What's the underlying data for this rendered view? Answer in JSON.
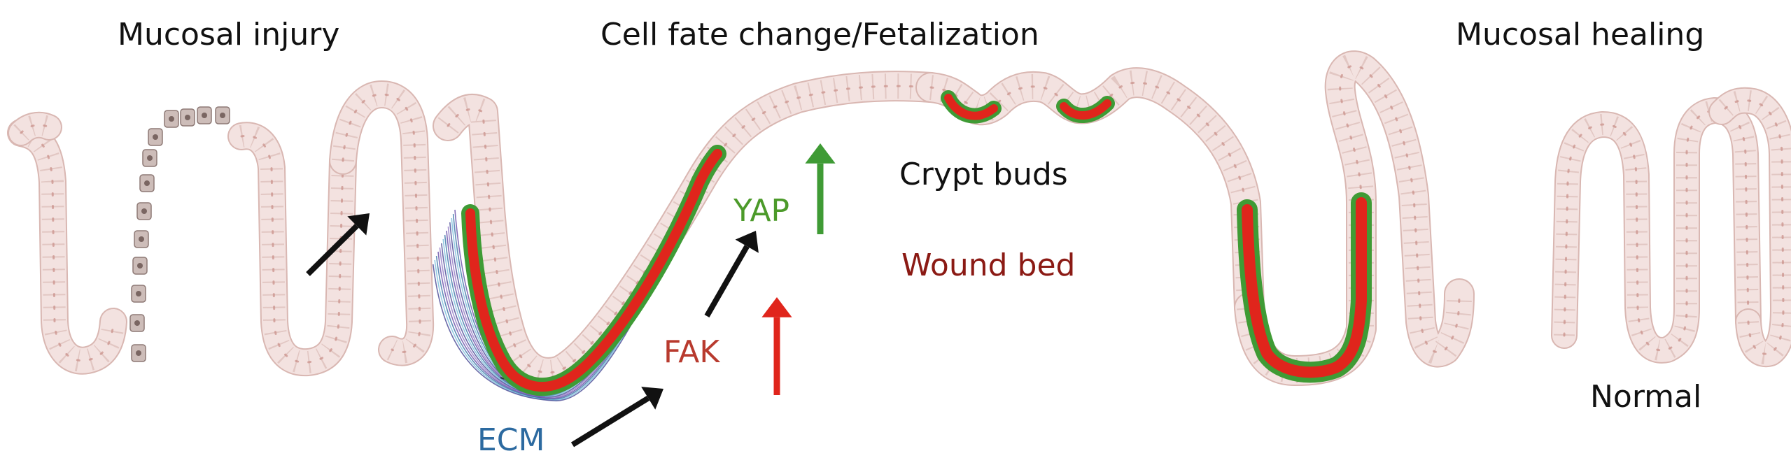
{
  "headings": {
    "left": "Mucosal injury",
    "center": "Cell fate change/Fetalization",
    "right": "Mucosal healing"
  },
  "labels": {
    "crypt_buds": "Crypt buds",
    "wound_bed": "Wound bed",
    "yap": "YAP",
    "fak": "FAK",
    "ecm": "ECM",
    "normal": "Normal"
  },
  "colors": {
    "epithelium": "#f3e2e0",
    "epithelium_edge": "#d9b7b2",
    "cell_line": "#e2c7c3",
    "nucleus": "#c98f87",
    "green": "#3f9b35",
    "red": "#e0251c",
    "black_arrow": "#111111",
    "ecm_blue": "#2c6aa0",
    "fak_text": "#b83a2e",
    "yap_text": "#4c9a2a",
    "wound_text": "#8b1a14"
  }
}
